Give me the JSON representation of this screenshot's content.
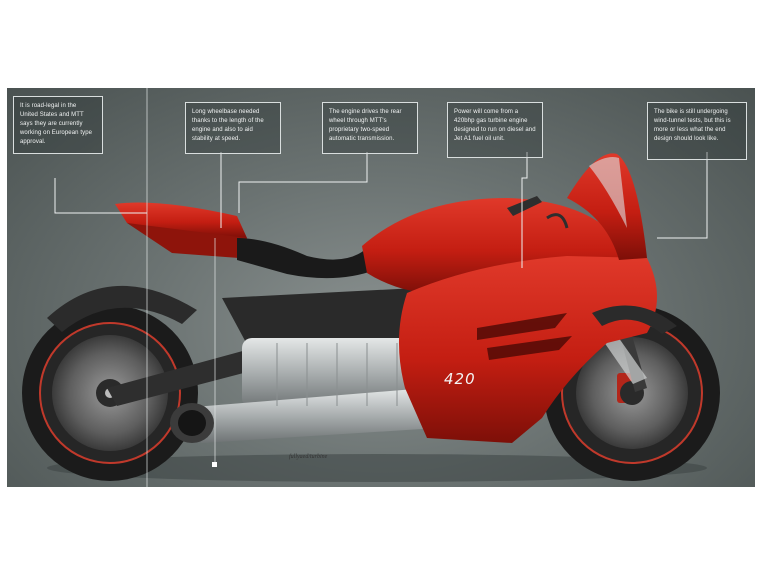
{
  "callouts": [
    {
      "text": "It is road-legal in the United States and MTT says they are currently working on European type approval."
    },
    {
      "text": "Long wheelbase needed thanks to the length of the engine and also to aid stability at speed."
    },
    {
      "text": "The engine drives the rear wheel through MTT's proprietary two-speed automatic transmission."
    },
    {
      "text": "Power will come from a 420bhp gas turbine engine designed to run on diesel and Jet A1 fuel oil unit."
    },
    {
      "text": "The bike is still undergoing wind-tunnel tests, but this is more or less what the end design should look like."
    }
  ],
  "bike": {
    "model_badge": "420",
    "signature": "fullyaed/turbine",
    "colors": {
      "fairing": "#c41e12",
      "fairing_shadow": "#7d0f08",
      "tyre": "#1f1f1f",
      "rim_stripe": "#c0392b",
      "engine": "#b7bcbd",
      "frame": "#2a2a2a"
    }
  }
}
